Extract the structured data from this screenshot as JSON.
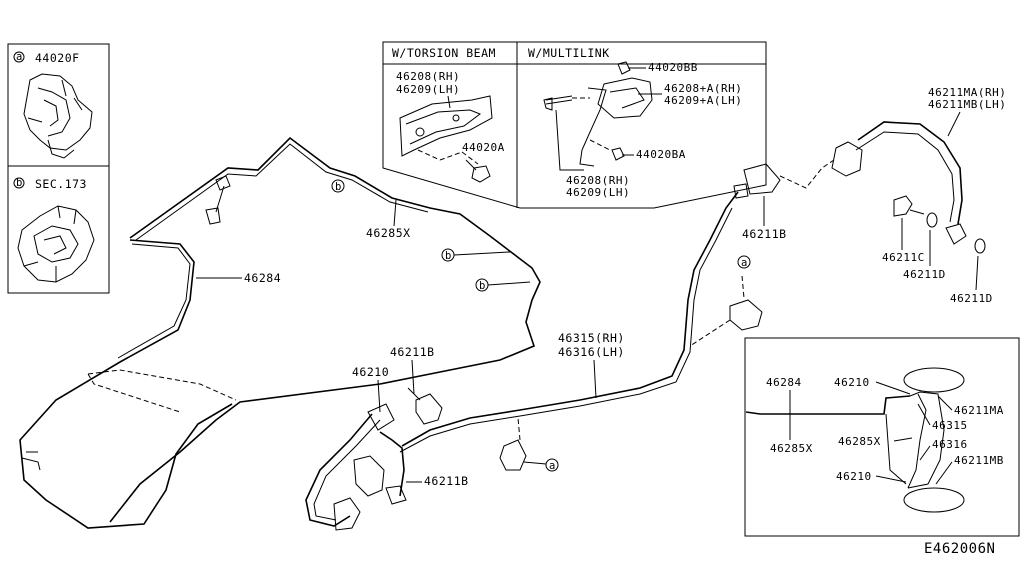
{
  "diagram_id": "E462006N",
  "inset_a": {
    "marker": "a",
    "part": "44020F"
  },
  "inset_b": {
    "marker": "b",
    "part": "SEC.173"
  },
  "torsion_beam": {
    "title": "W/TORSION BEAM",
    "part_rh": "46208(RH)",
    "part_lh": "46209(LH)",
    "bolt": "44020A"
  },
  "multilink": {
    "title": "W/MULTILINK",
    "bolt_top": "44020BB",
    "part_a_rh": "46208+A(RH)",
    "part_a_lh": "46209+A(LH)",
    "bolt_mid": "44020BA",
    "part_rh": "46208(RH)",
    "part_lh": "46209(LH)"
  },
  "labels": {
    "tube_46285x": "46285X",
    "tube_46284": "46284",
    "hose_46315": "46315(RH)",
    "hose_46316": "46316(LH)",
    "clip_upper": "46211B",
    "clip_lower": "46211B",
    "clip_right": "46211B",
    "hose_46210": "46210",
    "hose_ma": "46211MA(RH)",
    "hose_mb": "46211MB(LH)",
    "bolt_c": "46211C",
    "washer_d1": "46211D",
    "washer_d2": "46211D"
  },
  "markers": {
    "b": "b",
    "a": "a"
  },
  "overview": {
    "t_46284": "46284",
    "t_46285x": "46285X",
    "t_46210_top": "46210",
    "t_46210_bot": "46210",
    "t_46211ma": "46211MA",
    "t_46315": "46315",
    "t_46285x_r": "46285X",
    "t_46316": "46316",
    "t_46211mb": "46211MB"
  }
}
